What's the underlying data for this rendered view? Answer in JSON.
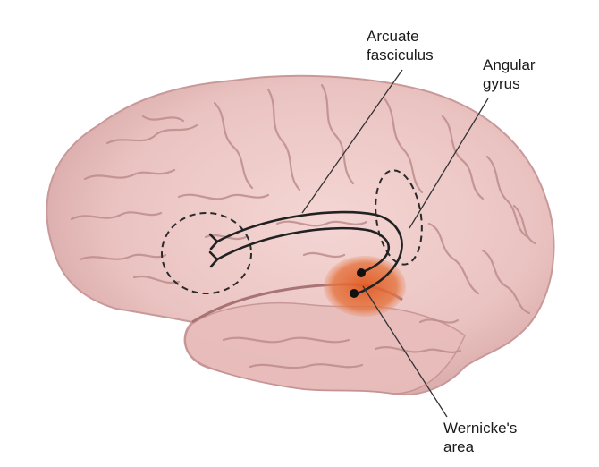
{
  "labels": {
    "arcuate": {
      "line1": "Arcuate",
      "line2": "fasciculus"
    },
    "angular": {
      "line1": "Angular",
      "line2": "gyrus"
    },
    "wernicke": {
      "line1": "Wernicke's",
      "line2": "area"
    }
  },
  "colors": {
    "brain_fill": "#ecc7c5",
    "brain_shadow": "#d6a3a3",
    "sulcus": "#b88584",
    "wernicke_area": "#e0622e",
    "pathway": "#222222",
    "leader_line": "#333333"
  }
}
